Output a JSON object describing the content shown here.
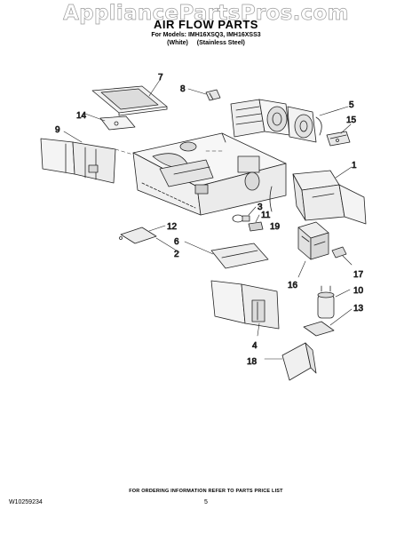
{
  "watermark": "AppliancePartsPros.com",
  "title": "AIR FLOW PARTS",
  "models_line": "For Models: IMH16XSQ3, IMH16XSS3",
  "variants": [
    "(White)",
    "(Stainless Steel)"
  ],
  "callouts": [
    "7",
    "8",
    "5",
    "14",
    "15",
    "9",
    "1",
    "3",
    "11",
    "12",
    "19",
    "6",
    "2",
    "17",
    "16",
    "10",
    "13",
    "4",
    "18"
  ],
  "footer_note": "FOR ORDERING INFORMATION REFER TO PARTS PRICE LIST",
  "doc_number": "W10259234",
  "page_number": "5"
}
